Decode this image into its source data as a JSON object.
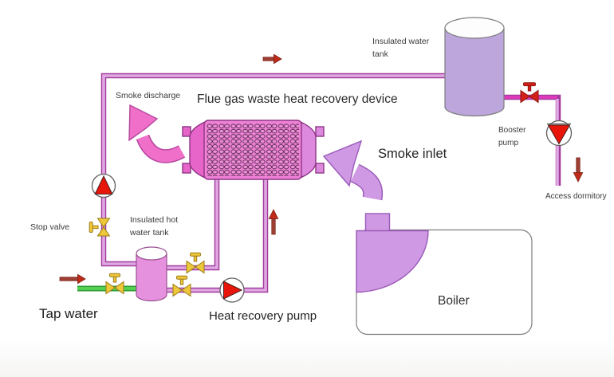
{
  "diagram": {
    "title": "Flue gas waste heat recovery device",
    "labels": {
      "smoke_discharge": "Smoke discharge",
      "insulated_water_tank_line1": "Insulated water",
      "insulated_water_tank_line2": "tank",
      "smoke_inlet": "Smoke inlet",
      "booster_pump_line1": "Booster",
      "booster_pump_line2": "pump",
      "access_dormitory": "Access dormitory",
      "stop_valve": "Stop valve",
      "insulated_hot_tank_line1": "Insulated hot",
      "insulated_hot_tank_line2": "water tank",
      "tap_water": "Tap water",
      "heat_recovery_pump": "Heat recovery pump",
      "boiler": "Boiler"
    },
    "colors": {
      "pipe_outline": "#a23c9e",
      "pipe_fill": "#e0a9e2",
      "hot_pipe_fill": "#e238bd",
      "green_fill": "#53d052",
      "green_outline": "#2f9e35",
      "valve_yellow": "#eec83b",
      "valve_red": "#d42019",
      "pump_red": "#e8150a",
      "arrow_shaft": "#9e4034",
      "arrow_head": "#c02a18",
      "exchanger_pink": "#ee80d5",
      "exchanger_flange_left": "#e765c8",
      "exchanger_flange_right": "#dd8ade",
      "smoke_purple": "#cf99e4",
      "discharge_pink": "#f06fc9",
      "tank_purple": "#bda6dc",
      "hot_tank_pink": "#e691dd",
      "boiler_fill": "#ffffff"
    }
  }
}
